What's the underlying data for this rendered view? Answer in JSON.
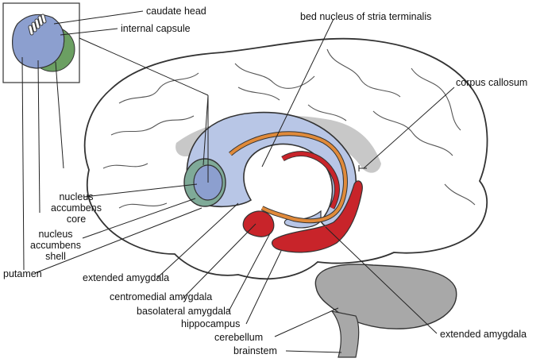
{
  "labels": {
    "caudate_head": "caudate head",
    "internal_capsule": "internal capsule",
    "bed_nucleus": "bed nucleus of stria terminalis",
    "corpus_callosum": "corpus callosum",
    "nac_core": [
      "nucleus",
      "accumbens",
      "core"
    ],
    "nac_shell": [
      "nucleus",
      "accumbens",
      "shell"
    ],
    "putamen": "putamen",
    "extended_amygdala_left": "extended amygdala",
    "centromedial_amygdala": "centromedial amygdala",
    "basolateral_amygdala": "basolateral amygdala",
    "hippocampus": "hippocampus",
    "cerebellum": "cerebellum",
    "brainstem": "brainstem",
    "extended_amygdala_right": "extended amygdala"
  },
  "colors": {
    "striatum_blue": "#8c9fcf",
    "caudate_light": "#b8c6e6",
    "accumbens_shell": "#6fa88c",
    "stria_terminalis": "#e08a3a",
    "amygdala_red": "#c8242a",
    "corpus_callosum_gray": "#c8c8c8",
    "cerebellum_gray": "#a8a8a8",
    "outline": "#333333"
  }
}
